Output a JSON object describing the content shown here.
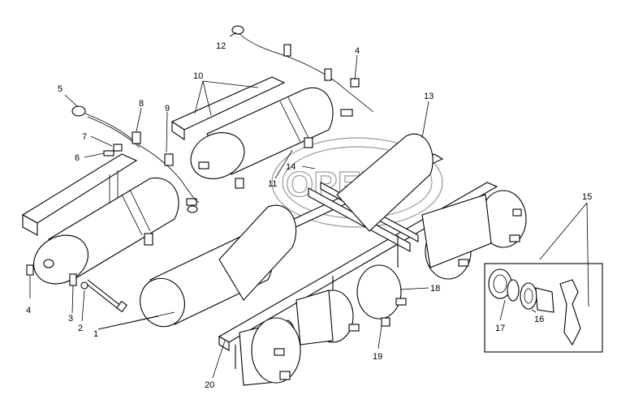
{
  "watermark": "OPEX",
  "callouts": [
    "1",
    "2",
    "3",
    "4",
    "4",
    "5",
    "6",
    "7",
    "8",
    "9",
    "10",
    "11",
    "12",
    "13",
    "14",
    "15",
    "16",
    "17",
    "18",
    "19",
    "20"
  ]
}
